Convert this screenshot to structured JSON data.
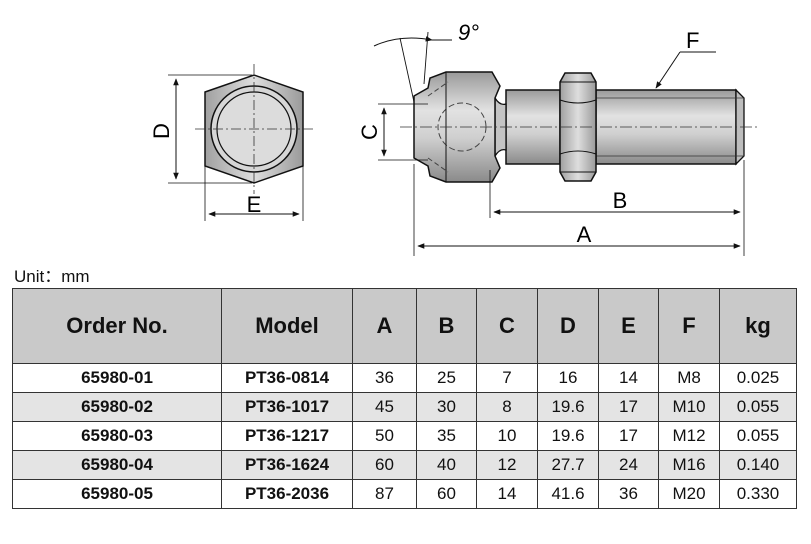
{
  "drawing": {
    "labels": {
      "D": "D",
      "E": "E",
      "C": "C",
      "angle": "9°",
      "F": "F",
      "B": "B",
      "A": "A"
    }
  },
  "unit": "Unit：mm",
  "table": {
    "headers": [
      "Order No.",
      "Model",
      "A",
      "B",
      "C",
      "D",
      "E",
      "F",
      "kg"
    ],
    "rows": [
      [
        "65980-01",
        "PT36-0814",
        "36",
        "25",
        "7",
        "16",
        "14",
        "M8",
        "0.025"
      ],
      [
        "65980-02",
        "PT36-1017",
        "45",
        "30",
        "8",
        "19.6",
        "17",
        "M10",
        "0.055"
      ],
      [
        "65980-03",
        "PT36-1217",
        "50",
        "35",
        "10",
        "19.6",
        "17",
        "M12",
        "0.055"
      ],
      [
        "65980-04",
        "PT36-1624",
        "60",
        "40",
        "12",
        "27.7",
        "24",
        "M16",
        "0.140"
      ],
      [
        "65980-05",
        "PT36-2036",
        "87",
        "60",
        "14",
        "41.6",
        "36",
        "M20",
        "0.330"
      ]
    ]
  }
}
